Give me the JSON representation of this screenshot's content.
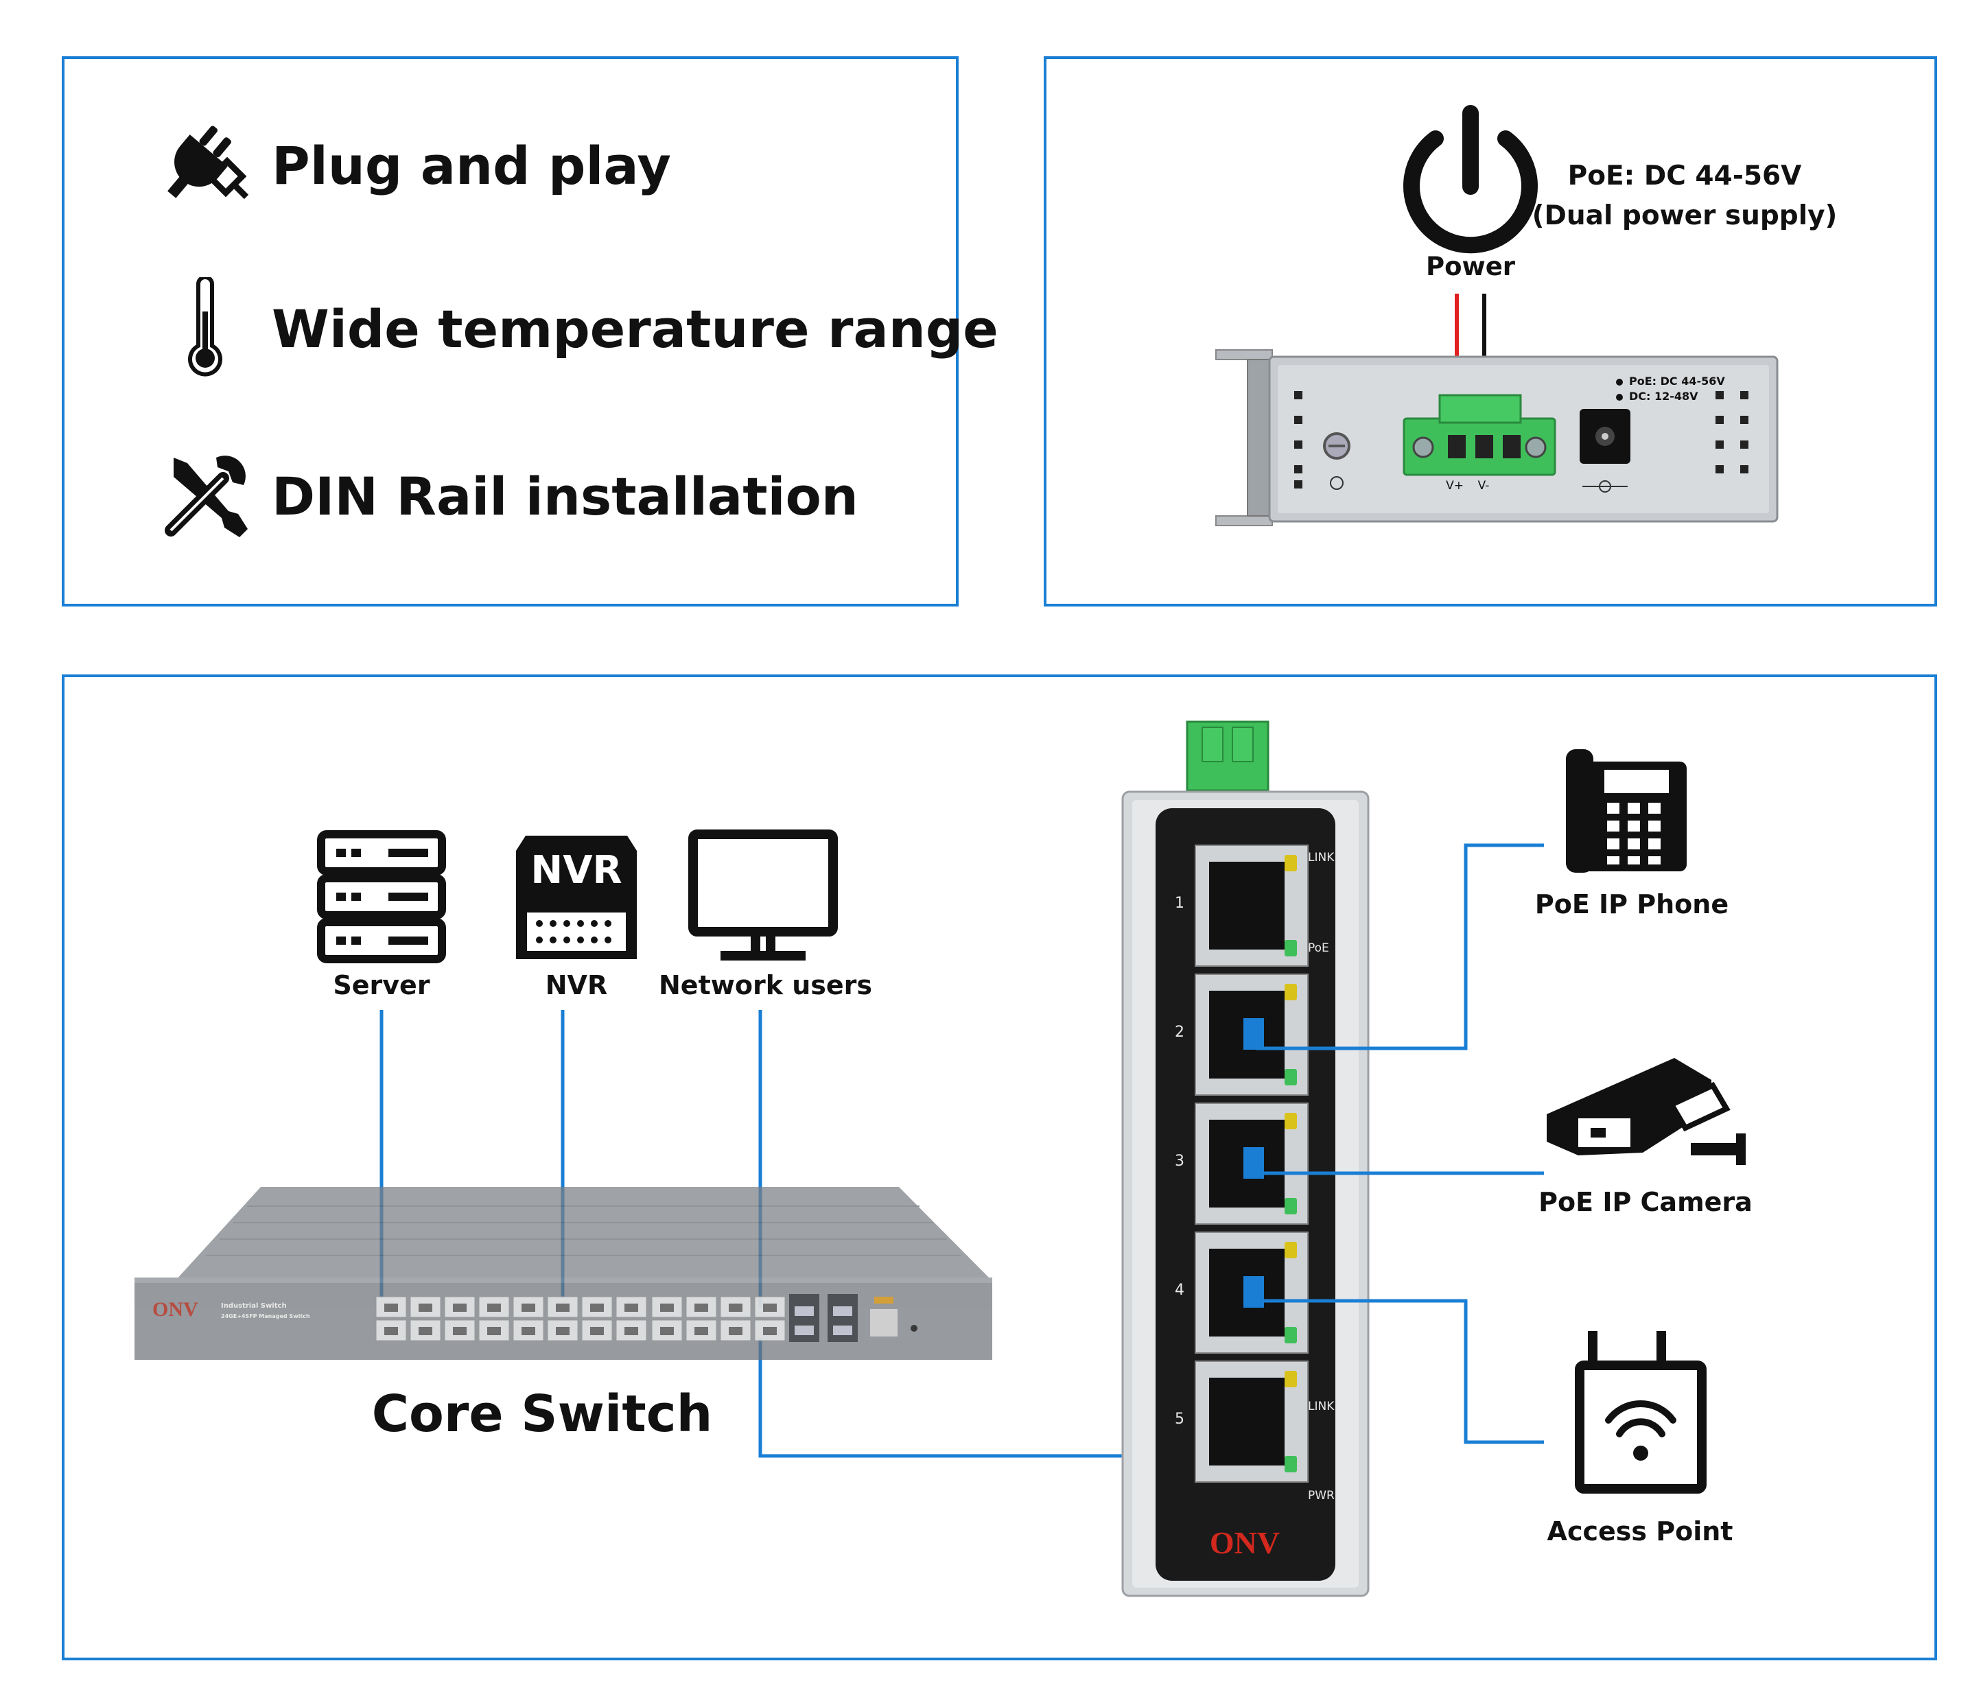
{
  "features": [
    {
      "icon": "plug-icon",
      "label": "Plug and play"
    },
    {
      "icon": "thermometer-icon",
      "label": "Wide temperature range"
    },
    {
      "icon": "tools-icon",
      "label": "DIN Rail installation"
    }
  ],
  "power": {
    "label": "Power",
    "spec_line1": "PoE: DC 44-56V",
    "spec_line2": "(Dual power supply)",
    "device_spec1": "PoE: DC 44-56V",
    "device_spec2": "DC: 12-48V",
    "terminal_vplus": "V+",
    "terminal_vminus": "V-"
  },
  "topology": {
    "upstream": [
      {
        "icon": "server-icon",
        "label": "Server"
      },
      {
        "icon": "nvr-icon",
        "label": "NVR",
        "icon_text": "NVR"
      },
      {
        "icon": "monitor-icon",
        "label": "Network users"
      }
    ],
    "core_switch": {
      "label": "Core Switch",
      "brand": "ONV",
      "model_line1": "Industrial Switch",
      "model_line2": "24GE+4SFP Managed Switch"
    },
    "switch": {
      "brand": "ONV",
      "ports": [
        "1",
        "2",
        "3",
        "4",
        "5"
      ],
      "led_link": "LINK",
      "led_poe": "PoE",
      "led_pwr": "PWR"
    },
    "devices": [
      {
        "icon": "phone-icon",
        "label": "PoE IP Phone"
      },
      {
        "icon": "camera-icon",
        "label": "PoE IP Camera"
      },
      {
        "icon": "access-point-icon",
        "label": "Access Point"
      }
    ]
  },
  "colors": {
    "border": "#1a7fd4",
    "link": "#1a7fd4",
    "terminal": "#3fbf5a",
    "wire_pos": "#e02020"
  }
}
